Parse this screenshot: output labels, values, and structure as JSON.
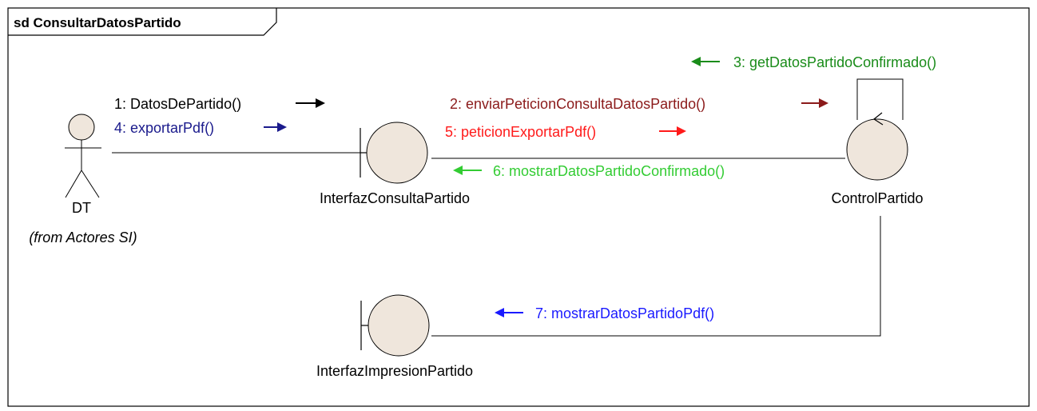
{
  "frame": {
    "title": "sd ConsultarDatosPartido"
  },
  "actor": {
    "name": "DT",
    "note": "(from Actores SI)"
  },
  "elements": {
    "interfaz_consulta": "InterfazConsultaPartido",
    "control": "ControlPartido",
    "interfaz_impresion": "InterfazImpresionPartido"
  },
  "messages": [
    {
      "text": "1: DatosDePartido()",
      "color": "#000000",
      "arrow": "right"
    },
    {
      "text": "4: exportarPdf()",
      "color": "#1a1a8c",
      "arrow": "right"
    },
    {
      "text": "2: enviarPeticionConsultaDatosPartido()",
      "color": "#8b1a1a",
      "arrow": "right"
    },
    {
      "text": "5: peticionExportarPdf()",
      "color": "#ff1a1a",
      "arrow": "right"
    },
    {
      "text": "6: mostrarDatosPartidoConfirmado()",
      "color": "#33cc33",
      "arrow": "left"
    },
    {
      "text": "3: getDatosPartidoConfirmado()",
      "color": "#1a8c1a",
      "arrow": "left"
    },
    {
      "text": "7: mostrarDatosPartidoPdf()",
      "color": "#1a1aff",
      "arrow": "left"
    }
  ],
  "colors": {
    "element_fill": "#efe6dc",
    "frame_border": "#000000"
  }
}
